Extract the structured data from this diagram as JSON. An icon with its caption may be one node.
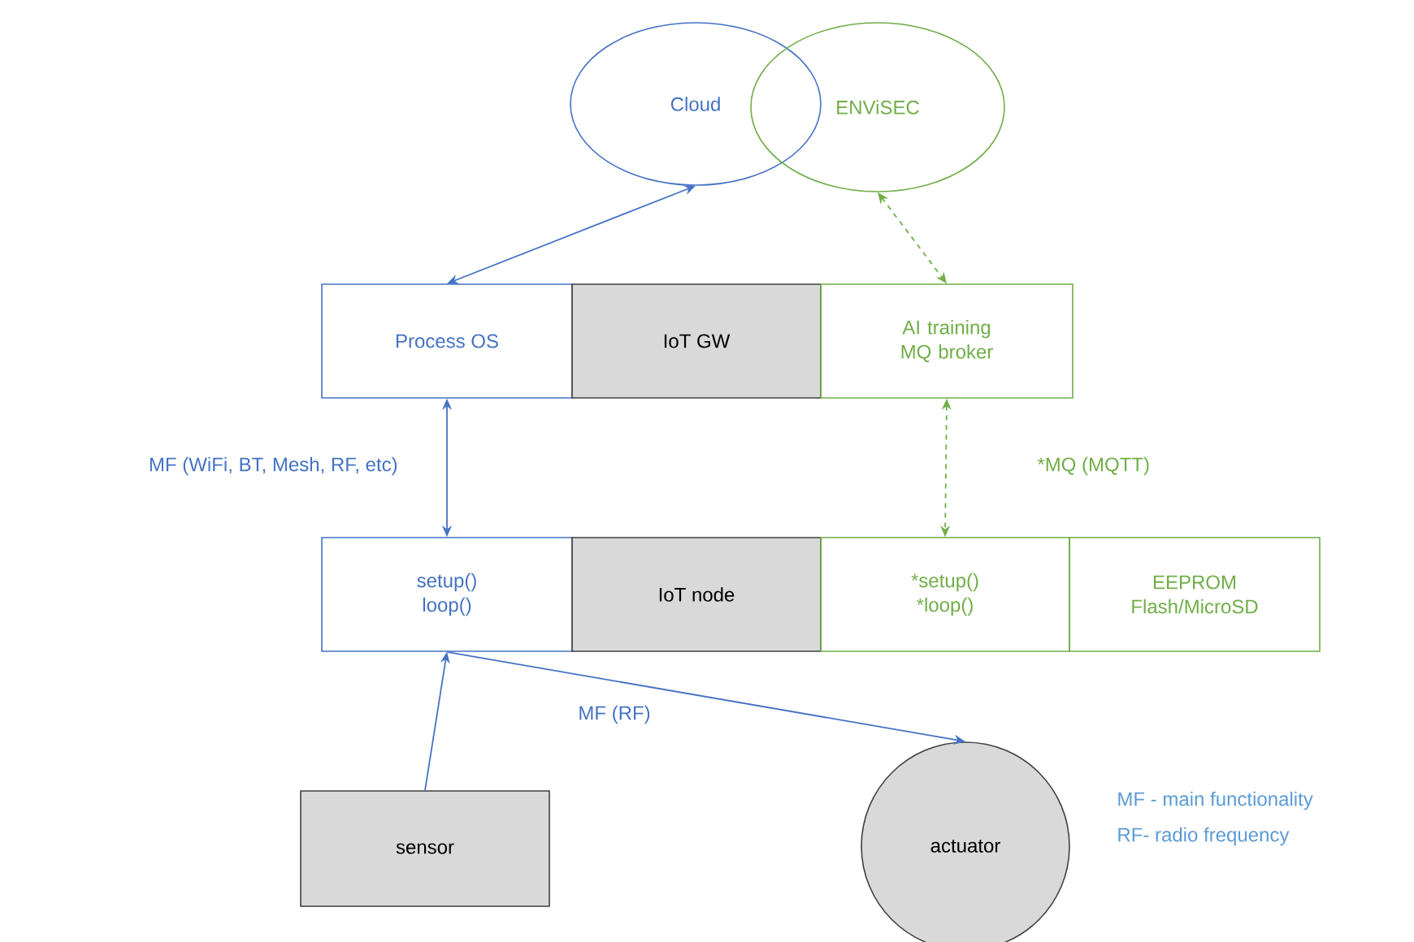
{
  "diagram": {
    "nodes": [
      {
        "text": [
          "Cloud"
        ]
      },
      {
        "text": [
          "ENViSEC"
        ]
      },
      {
        "text": [
          "Process OS"
        ]
      },
      {
        "text": [
          "IoT GW"
        ]
      },
      {
        "text": [
          "AI training MQ broker"
        ]
      },
      {
        "text": [
          "setup() loop()"
        ]
      },
      {
        "text": [
          "IoT node"
        ]
      },
      {
        "text": [
          "*setup() *loop()"
        ]
      },
      {
        "text": [
          "EEPROM Flash/MicroSD"
        ]
      },
      {
        "text": [
          "sensor"
        ]
      },
      {
        "text": [
          "actuator"
        ]
      }
    ],
    "edges": [
      {
        "from": 0,
        "to": 2,
        "arrow": "both"
      },
      {
        "from": 1,
        "to": 4,
        "arrow": "both",
        "style": "dashed",
        "color": "#70ad47"
      },
      {
        "from": 2,
        "to": 5,
        "arrow": "both",
        "label": "MF (WiFi, BT, Mesh, RF, etc)"
      },
      {
        "from": 4,
        "to": 7,
        "arrow": "both",
        "style": "dashed",
        "color": "#70ad47",
        "label": "*MQ (MQTT)"
      },
      {
        "from": 9,
        "to": 5,
        "arrow": "to"
      },
      {
        "from": 5,
        "to": 10,
        "arrow": "to",
        "label": "MF (RF)"
      }
    ],
    "labels": [
      "MF - main functionality",
      "RF- radio frequency"
    ]
  }
}
